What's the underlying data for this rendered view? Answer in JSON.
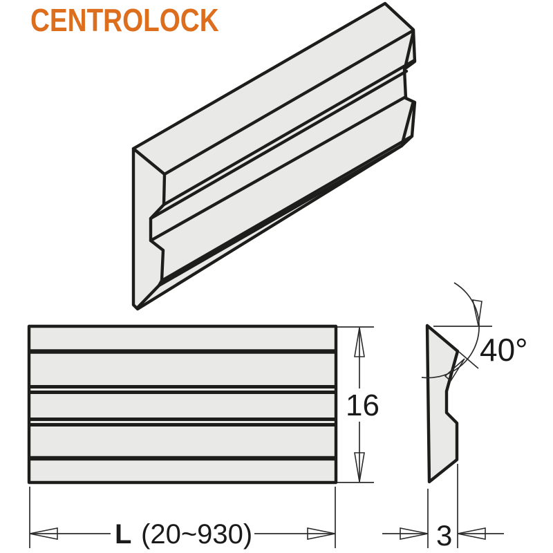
{
  "header": {
    "title": "CENTROLOCK",
    "title_color": "#DD6E1E"
  },
  "drawing": {
    "stroke_color": "#1d1d1b",
    "fill_color": "#e9e9e8",
    "background_color": "#ffffff",
    "views": {
      "isometric": "knife-blade-3d",
      "front": "front-elevation-with-grooves",
      "side": "cross-section-profile"
    }
  },
  "dimensions": {
    "height_label": "16",
    "length_bold": "L",
    "length_range": "(20~930)",
    "thickness_label": "3",
    "angle_label": "40°"
  }
}
